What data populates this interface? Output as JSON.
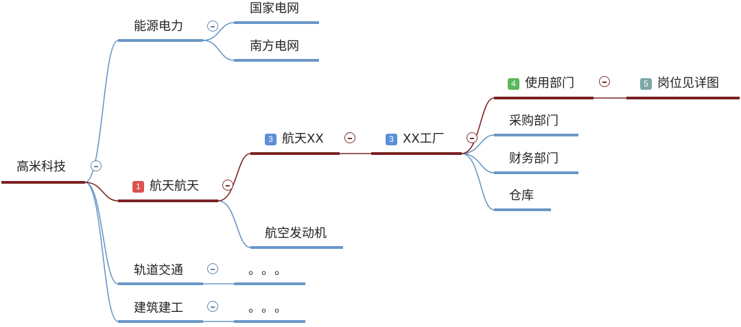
{
  "root": {
    "label": "高米科技"
  },
  "branches": {
    "energy": {
      "label": "能源电力",
      "children": [
        "国家电网",
        "南方电网"
      ]
    },
    "aero": {
      "label": "航天航天",
      "badge": "1"
    },
    "aero_xx": {
      "label": "航天XX",
      "badge": "3"
    },
    "xx_factory": {
      "label": "XX工厂",
      "badge": "3"
    },
    "usage_dept": {
      "label": "使用部门",
      "badge": "4"
    },
    "post_detail": {
      "label": "岗位见详图",
      "badge": "5"
    },
    "purchase_dept": {
      "label": "采购部门"
    },
    "finance_dept": {
      "label": "财务部门"
    },
    "warehouse": {
      "label": "仓库"
    },
    "aero_engine": {
      "label": "航空发动机"
    },
    "rail": {
      "label": "轨道交通",
      "ellipsis": "。。。"
    },
    "construction": {
      "label": "建筑建工",
      "ellipsis": "。。。"
    }
  },
  "colors": {
    "blue_line": "#6a96c7",
    "dark_red_line": "#7a2323",
    "badge_red": "#d9534f",
    "badge_blue": "#5b8fd6",
    "badge_green": "#5cb85c",
    "badge_teal": "#7fa7a7"
  }
}
